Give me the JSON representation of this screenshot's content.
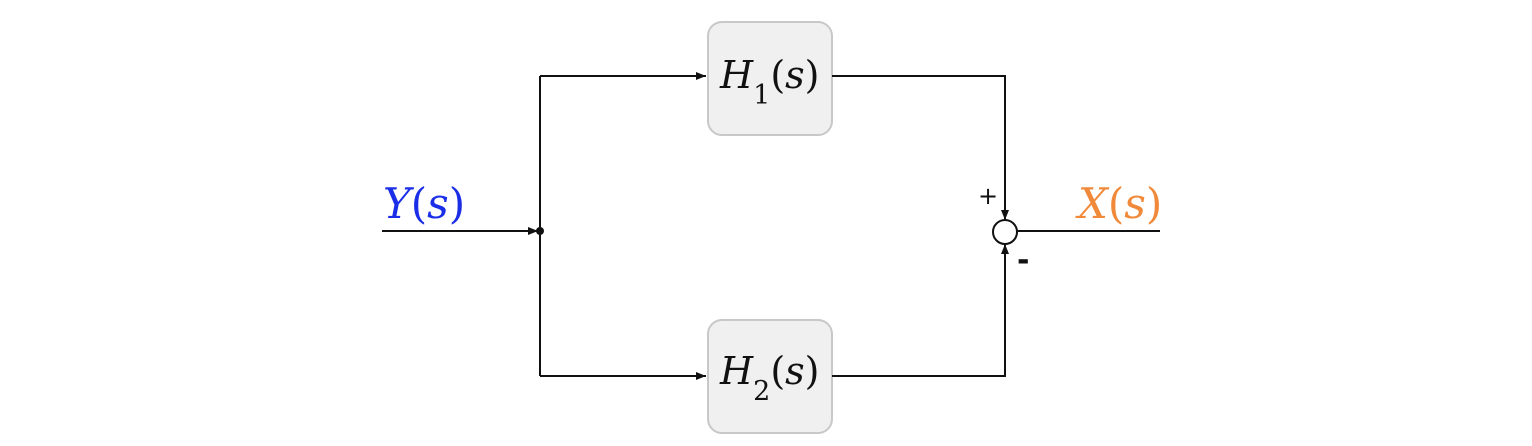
{
  "diagram": {
    "input": {
      "symbol": "Y",
      "open": "(",
      "var": "s",
      "close": ")",
      "color": "#1a2ee8"
    },
    "output": {
      "symbol": "X",
      "open": "(",
      "var": "s",
      "close": ")",
      "color": "#f08a3a"
    },
    "blocks": [
      {
        "symbol": "H",
        "subscript": "1",
        "open": "(",
        "var": "s",
        "close": ")"
      },
      {
        "symbol": "H",
        "subscript": "2",
        "open": "(",
        "var": "s",
        "close": ")"
      }
    ],
    "summing_junction": {
      "top_sign": "+",
      "bottom_sign": "-"
    },
    "colors": {
      "line": "#111111",
      "block_fill": "#f0f0f0",
      "block_stroke": "#c8c8c8"
    }
  }
}
